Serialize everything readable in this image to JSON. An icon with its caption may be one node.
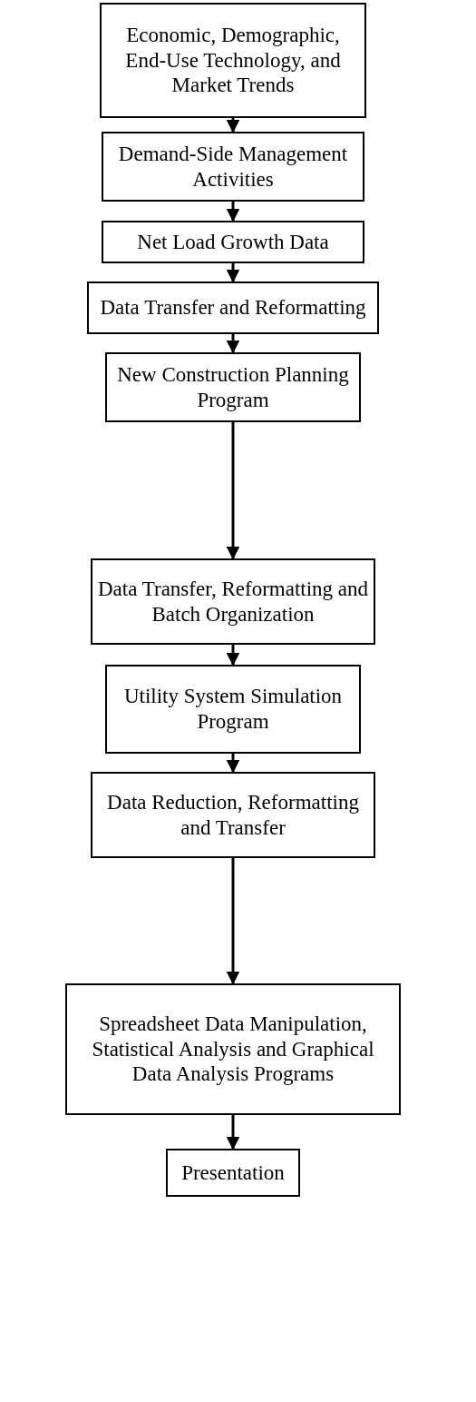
{
  "diagram": {
    "nodes": [
      {
        "text": [
          "Economic, Demographic, End-Use Technology, and Market Trends"
        ]
      },
      {
        "text": [
          "Demand-Side Management Activities"
        ]
      },
      {
        "text": [
          "Net Load Growth Data"
        ]
      },
      {
        "text": [
          "Data Transfer and Reformatting"
        ]
      },
      {
        "text": [
          "New Construction Planning Program"
        ]
      },
      {
        "text": [
          "Data Transfer, Reformatting and Batch Organization"
        ]
      },
      {
        "text": [
          "Utility System Simulation Program"
        ]
      },
      {
        "text": [
          "Data Reduction, Reformatting and Transfer"
        ]
      },
      {
        "text": [
          "Spreadsheet Data Manipulation, Statistical Analysis and Graphical Data Analysis Programs"
        ]
      },
      {
        "text": [
          "Presentation"
        ]
      }
    ],
    "edges": [
      {
        "from": 0,
        "to": 1,
        "arrow": "to"
      },
      {
        "from": 1,
        "to": 2,
        "arrow": "to"
      },
      {
        "from": 2,
        "to": 3,
        "arrow": "to"
      },
      {
        "from": 3,
        "to": 4,
        "arrow": "to"
      },
      {
        "from": 4,
        "to": 5,
        "arrow": "to"
      },
      {
        "from": 5,
        "to": 6,
        "arrow": "to"
      },
      {
        "from": 6,
        "to": 7,
        "arrow": "to"
      },
      {
        "from": 7,
        "to": 8,
        "arrow": "to"
      },
      {
        "from": 8,
        "to": 9,
        "arrow": "to"
      }
    ]
  }
}
